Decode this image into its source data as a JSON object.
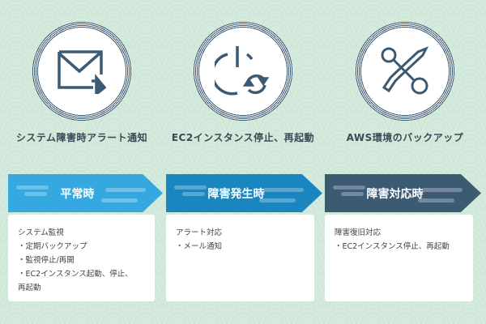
{
  "features": [
    {
      "icon": "mail-forward-icon",
      "label": "システム障害時アラート通知"
    },
    {
      "icon": "power-restart-icon",
      "label": "EC2インスタンス停止、再起動"
    },
    {
      "icon": "tools-icon",
      "label": "AWS環境のバックアップ"
    }
  ],
  "phases": [
    {
      "title": "平常時",
      "color": "#35a8df",
      "lines": [
        "システム監視",
        "・定期バックアップ",
        "・監視停止/再開",
        "・EC2インスタンス起動、停止、",
        "再起動"
      ]
    },
    {
      "title": "障害発生時",
      "color": "#1a86bf",
      "lines": [
        "アラート対応",
        "・メール通知"
      ]
    },
    {
      "title": "障害対応時",
      "color": "#3d5a73",
      "lines": [
        "障害復旧対応",
        "・EC2インスタンス停止、再起動"
      ]
    }
  ]
}
